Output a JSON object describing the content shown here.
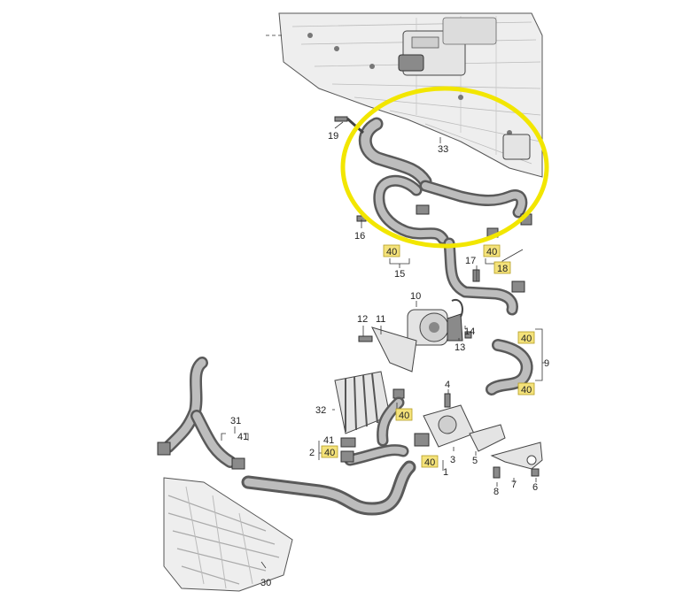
{
  "callouts": {
    "c1": "1",
    "c2": "2",
    "c3": "3",
    "c4": "4",
    "c5": "5",
    "c6": "6",
    "c7": "7",
    "c8": "8",
    "c9": "9",
    "c10": "10",
    "c11": "11",
    "c12": "12",
    "c13": "13",
    "c14": "14",
    "c15": "15",
    "c16": "16",
    "c17": "17",
    "c18": "18",
    "c19": "19",
    "c30": "30",
    "c31": "31",
    "c32": "32",
    "c33": "33",
    "c40a": "40",
    "c40b": "40",
    "c40c": "40",
    "c40d": "40",
    "c40e": "40",
    "c40f": "40",
    "c40g": "40",
    "c41a": "41",
    "c41b": "41"
  },
  "colors": {
    "highlight_ring": "#f2e600",
    "callout_box": "#f4e27a"
  }
}
